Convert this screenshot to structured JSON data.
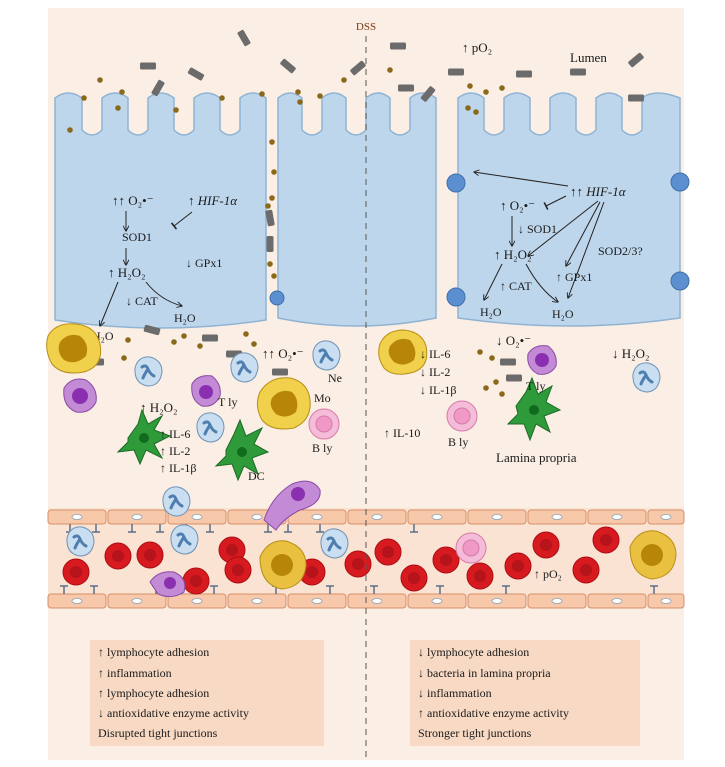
{
  "divider": {
    "label": "DSS"
  },
  "lumen": {
    "label": "Lumen",
    "po2": "↑ pO₂"
  },
  "left_cell": {
    "superoxide": "↑↑ O₂•⁻",
    "hif": "↑ HIF-1α",
    "sod1": "SOD1",
    "h2o2": "↑ H₂O₂",
    "gpx1": "↓ GPx1",
    "cat": "↓ CAT",
    "h2o_a": "H₂O",
    "h2o_b": "H₂O"
  },
  "right_cell": {
    "superoxide": "↑ O₂•⁻",
    "hif": "↑↑ HIF-1α",
    "sod1": "↓ SOD1",
    "h2o2": "↑ H₂O₂",
    "sod23": "SOD2/3?",
    "cat": "↑ CAT",
    "gpx1": "↑ GPx1",
    "h2o_a": "H₂O",
    "h2o_b": "H₂O"
  },
  "left_lp": {
    "superoxide": "↑↑ O₂•⁻",
    "h2o2": "↑ H₂O₂",
    "il6": "↑ IL-6",
    "il2": "↑ IL-2",
    "il1b": "↑ IL-1β",
    "ne": "Ne",
    "tly": "T ly",
    "mo": "Mo",
    "dc": "DC",
    "bly": "B ly"
  },
  "right_lp": {
    "il6": "↓ IL-6",
    "il2": "↓ IL-2",
    "il1b": "↓ IL-1β",
    "superoxide": "↓ O₂•⁻",
    "tly": "T ly",
    "h2o2": "↓ H₂O₂",
    "il10": "↑ IL-10",
    "bly": "B ly",
    "lamina": "Lamina propria"
  },
  "vessel": {
    "po2": "↑ pO₂"
  },
  "summary_left": [
    "↑ lymphocyte adhesion",
    "↑ inflammation",
    "↑ lymphocyte adhesion",
    "↓ antioxidative enzyme activity",
    "Disrupted tight junctions"
  ],
  "summary_right": [
    "↓ lymphocyte adhesion",
    "↓ bacteria in lamina propria",
    "↓ inflammation",
    "↑ antioxidative enzyme activity",
    "Stronger tight junctions"
  ],
  "colors": {
    "background": "#fbeee4",
    "epithelium": "#bed6ec",
    "epithelium_stroke": "#8fb3d3",
    "bacteria_rod": "#6b6b6b",
    "bacteria_coccus": "#8a6a1a",
    "rbc": "#d71920",
    "endothelium": "#f7c8aa",
    "summary_box": "#f8d9c4",
    "macrophage": "#e9c040",
    "tly": "#c38ad6",
    "bly": "#f4bcd8",
    "dc": "#2e9a3a",
    "neutrophil": "#c9def0"
  }
}
